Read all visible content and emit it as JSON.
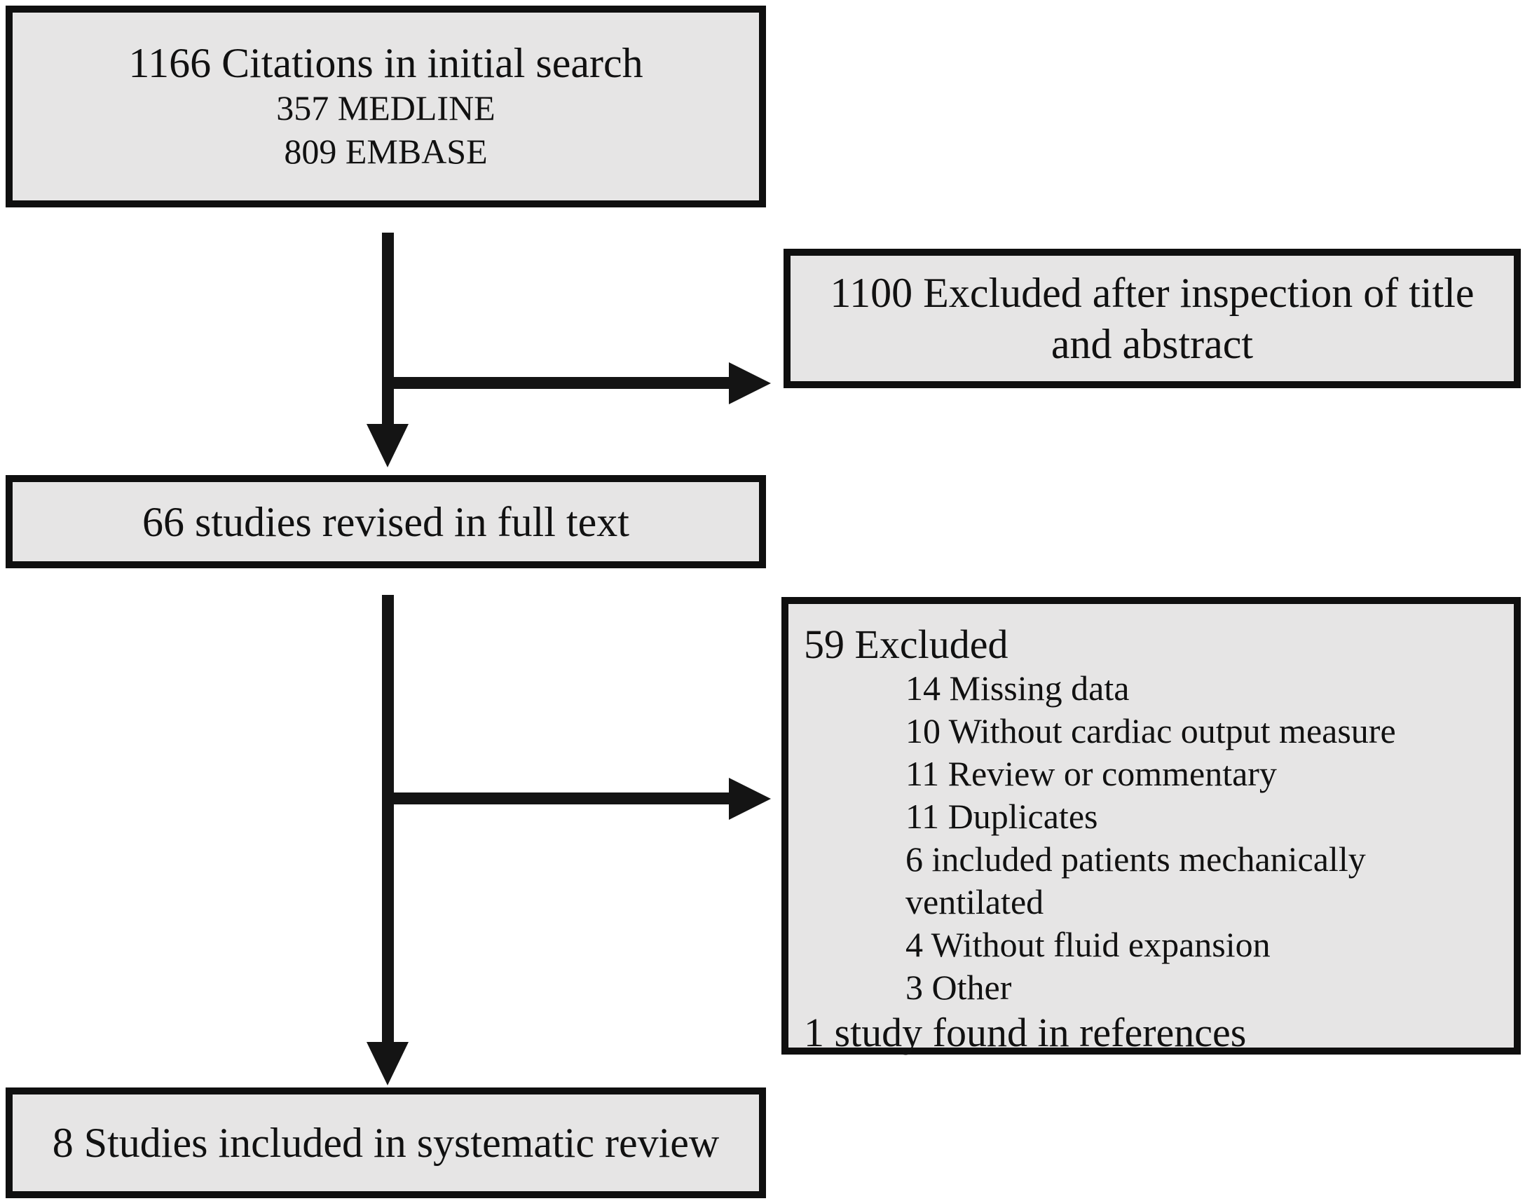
{
  "style": {
    "background": "#ffffff",
    "box_fill": "#e6e5e5",
    "box_border": "#0f0f0f",
    "arrow_color": "#141414",
    "text_color": "#111111"
  },
  "boxes": {
    "initial_search": {
      "title": "1166 Citations in initial search",
      "sources": [
        "357 MEDLINE",
        "809 EMBASE"
      ]
    },
    "excluded_title_abstract": {
      "text": "1100 Excluded after inspection of title and abstract"
    },
    "full_text_review": {
      "text": "66 studies revised in full text"
    },
    "excluded_full_text": {
      "title": "59 Excluded",
      "reasons": [
        "14 Missing data",
        "10 Without cardiac output measure",
        "11 Review or commentary",
        "11 Duplicates",
        "6 included patients mechanically ventilated",
        "4 Without fluid expansion",
        "3 Other"
      ],
      "note": "1 study found in references"
    },
    "included": {
      "text": "8 Studies included in systematic review"
    }
  }
}
